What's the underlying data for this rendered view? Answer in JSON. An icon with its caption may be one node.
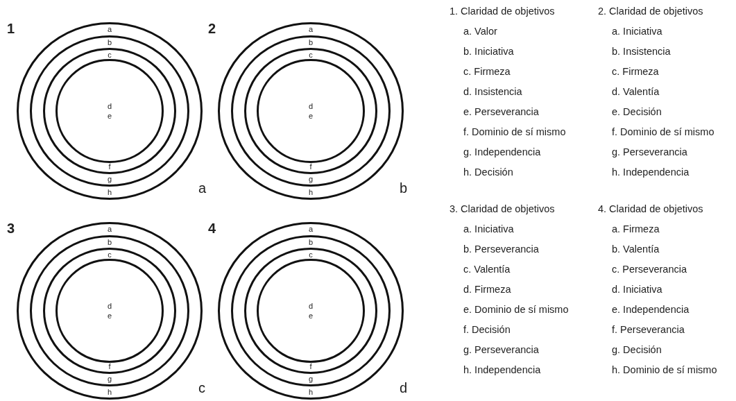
{
  "diagram": {
    "nodes": [
      {
        "text": [
          "a",
          "h"
        ],
        "beside": [
          "1",
          "a"
        ]
      },
      {
        "text": [
          "b",
          "g"
        ],
        "in": 0
      },
      {
        "text": [
          "c",
          "f"
        ],
        "in": 1
      },
      {
        "text": [
          "d",
          "e"
        ],
        "in": 2
      },
      {
        "text": [
          "a",
          "h"
        ],
        "beside": [
          "2",
          "b"
        ]
      },
      {
        "text": [
          "b",
          "g"
        ],
        "in": 4
      },
      {
        "text": [
          "c",
          "f"
        ],
        "in": 5
      },
      {
        "text": [
          "d",
          "e"
        ],
        "in": 6
      },
      {
        "text": [
          "a",
          "h"
        ],
        "beside": [
          "3",
          "c"
        ]
      },
      {
        "text": [
          "b",
          "g"
        ],
        "in": 8
      },
      {
        "text": [
          "c",
          "f"
        ],
        "in": 9
      },
      {
        "text": [
          "d",
          "e"
        ],
        "in": 10
      },
      {
        "text": [
          "a",
          "h"
        ],
        "beside": [
          "4",
          "d"
        ]
      },
      {
        "text": [
          "b",
          "g"
        ],
        "in": 12
      },
      {
        "text": [
          "c",
          "f"
        ],
        "in": 13
      },
      {
        "text": [
          "d",
          "e"
        ],
        "in": 14
      }
    ],
    "edges": [],
    "labels": [
      "1. Claridad de objetivos",
      "a. Valor",
      "b. Iniciativa",
      "c. Firmeza",
      "d. Insistencia",
      "e. Perseverancia",
      "f. Dominio de sí mismo",
      "g. Independencia",
      "h. Decisión",
      "2. Claridad de objetivos",
      "a. Iniciativa",
      "b. Insistencia",
      "c. Firmeza",
      "d. Valentía",
      "e. Decisión",
      "f. Dominio de sí mismo",
      "g. Perseverancia",
      "h. Independencia",
      "3. Claridad de objetivos",
      "a. Iniciativa",
      "b. Perseverancia",
      "c. Valentía",
      "d. Firmeza",
      "e. Dominio de sí mismo",
      "f. Decisión",
      "g. Perseverancia",
      "h. Independencia",
      "4. Claridad de objetivos",
      "a. Firmeza",
      "b. Valentía",
      "c. Perseverancia",
      "d. Iniciativa",
      "e. Independencia",
      "f. Perseverancia",
      "g. Decisión",
      "h. Dominio de sí mismo"
    ]
  }
}
